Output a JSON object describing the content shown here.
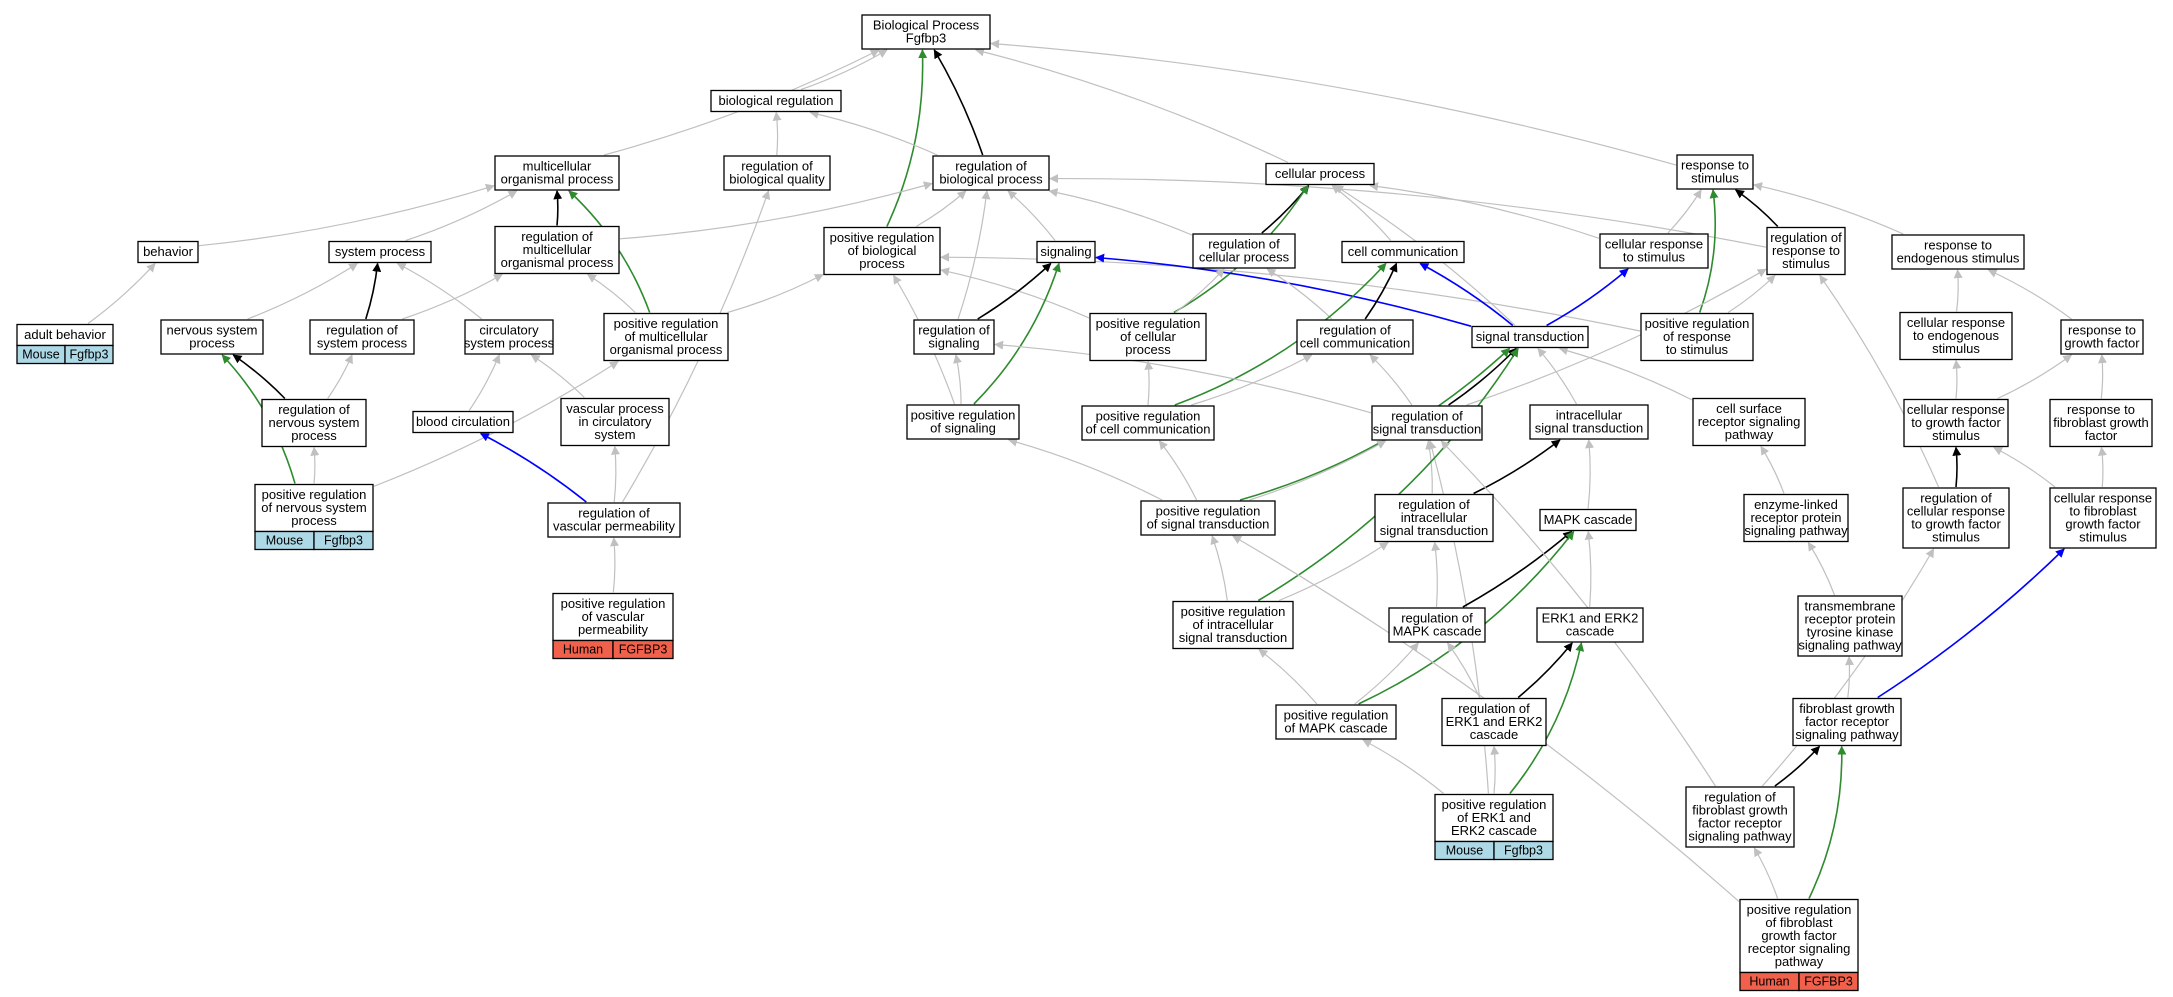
{
  "colors": {
    "gray_edge": "#c0c0c0",
    "black_edge": "#000000",
    "green_edge": "#2e8b2e",
    "blue_edge": "#0000ff",
    "mouse_annotation": "#add8e6",
    "human_annotation": "#f0604a",
    "node_border": "#000000",
    "node_fill": "#ffffff"
  },
  "nodes": [
    {
      "id": "bp",
      "lines": [
        "Biological Process",
        "Fgfbp3"
      ]
    },
    {
      "id": "bioreg",
      "lines": [
        "biological regulation"
      ]
    },
    {
      "id": "multi",
      "lines": [
        "multicellular",
        "organismal process"
      ]
    },
    {
      "id": "regbq",
      "lines": [
        "regulation of",
        "biological quality"
      ]
    },
    {
      "id": "regbp",
      "lines": [
        "regulation of",
        "biological process"
      ]
    },
    {
      "id": "cellproc",
      "lines": [
        "cellular process"
      ]
    },
    {
      "id": "resp",
      "lines": [
        "response to",
        "stimulus"
      ]
    },
    {
      "id": "behavior",
      "lines": [
        "behavior"
      ]
    },
    {
      "id": "sysproc",
      "lines": [
        "system process"
      ]
    },
    {
      "id": "regmulti",
      "lines": [
        "regulation of",
        "multicellular",
        "organismal process"
      ]
    },
    {
      "id": "posregbp",
      "lines": [
        "positive regulation",
        "of biological",
        "process"
      ]
    },
    {
      "id": "signaling",
      "lines": [
        "signaling"
      ]
    },
    {
      "id": "regcell",
      "lines": [
        "regulation of",
        "cellular process"
      ]
    },
    {
      "id": "cellcomm",
      "lines": [
        "cell communication"
      ]
    },
    {
      "id": "cellresp",
      "lines": [
        "cellular response",
        "to stimulus"
      ]
    },
    {
      "id": "regresp",
      "lines": [
        "regulation of",
        "response to",
        "stimulus"
      ]
    },
    {
      "id": "respendo",
      "lines": [
        "response to",
        "endogenous stimulus"
      ]
    },
    {
      "id": "adultbeh",
      "lines": [
        "adult behavior"
      ],
      "annotation": {
        "organism": "Mouse",
        "gene": "Fgfbp3"
      }
    },
    {
      "id": "nervsys",
      "lines": [
        "nervous system",
        "process"
      ]
    },
    {
      "id": "regsys",
      "lines": [
        "regulation of",
        "system process"
      ]
    },
    {
      "id": "circsys",
      "lines": [
        "circulatory",
        "system process"
      ]
    },
    {
      "id": "posregmulti",
      "lines": [
        "positive regulation",
        "of multicellular",
        "organismal process"
      ]
    },
    {
      "id": "regsig",
      "lines": [
        "regulation of",
        "signaling"
      ]
    },
    {
      "id": "posregcell",
      "lines": [
        "positive regulation",
        "of cellular",
        "process"
      ]
    },
    {
      "id": "regcellcomm",
      "lines": [
        "regulation of",
        "cell communication"
      ]
    },
    {
      "id": "sigtrans",
      "lines": [
        "signal transduction"
      ]
    },
    {
      "id": "posregresp",
      "lines": [
        "positive regulation",
        "of response",
        "to stimulus"
      ]
    },
    {
      "id": "cellrespendo",
      "lines": [
        "cellular response",
        "to endogenous",
        "stimulus"
      ]
    },
    {
      "id": "respgf",
      "lines": [
        "response to",
        "growth factor"
      ]
    },
    {
      "id": "regnerv",
      "lines": [
        "regulation of",
        "nervous system",
        "process"
      ]
    },
    {
      "id": "bloodcirc",
      "lines": [
        "blood circulation"
      ]
    },
    {
      "id": "vascproc",
      "lines": [
        "vascular process",
        "in circulatory",
        "system"
      ]
    },
    {
      "id": "posregsig",
      "lines": [
        "positive regulation",
        "of signaling"
      ]
    },
    {
      "id": "posregcellcomm",
      "lines": [
        "positive regulation",
        "of cell communication"
      ]
    },
    {
      "id": "regsigtrans",
      "lines": [
        "regulation of",
        "signal transduction"
      ]
    },
    {
      "id": "intrasig",
      "lines": [
        "intracellular",
        "signal transduction"
      ]
    },
    {
      "id": "cellsurf",
      "lines": [
        "cell surface",
        "receptor signaling",
        "pathway"
      ]
    },
    {
      "id": "cellrespgf",
      "lines": [
        "cellular response",
        "to growth factor",
        "stimulus"
      ]
    },
    {
      "id": "respfgf",
      "lines": [
        "response to",
        "fibroblast growth",
        "factor"
      ]
    },
    {
      "id": "posregnerv",
      "lines": [
        "positive regulation",
        "of nervous system",
        "process"
      ],
      "annotation": {
        "organism": "Mouse",
        "gene": "Fgfbp3"
      }
    },
    {
      "id": "regvasc",
      "lines": [
        "regulation of",
        "vascular permeability"
      ]
    },
    {
      "id": "posregsigtrans",
      "lines": [
        "positive regulation",
        "of signal transduction"
      ]
    },
    {
      "id": "regintra",
      "lines": [
        "regulation of",
        "intracellular",
        "signal transduction"
      ]
    },
    {
      "id": "mapk",
      "lines": [
        "MAPK cascade"
      ]
    },
    {
      "id": "enzyme",
      "lines": [
        "enzyme-linked",
        "receptor protein",
        "signaling pathway"
      ]
    },
    {
      "id": "regcellrespgf",
      "lines": [
        "regulation of",
        "cellular response",
        "to growth factor",
        "stimulus"
      ]
    },
    {
      "id": "cellrespfgf",
      "lines": [
        "cellular response",
        "to fibroblast",
        "growth factor",
        "stimulus"
      ]
    },
    {
      "id": "posregvasc",
      "lines": [
        "positive regulation",
        "of vascular",
        "permeability"
      ],
      "annotation": {
        "organism": "Human",
        "gene": "FGFBP3"
      }
    },
    {
      "id": "posregintra",
      "lines": [
        "positive regulation",
        "of intracellular",
        "signal transduction"
      ]
    },
    {
      "id": "regmapk",
      "lines": [
        "regulation of",
        "MAPK cascade"
      ]
    },
    {
      "id": "erk",
      "lines": [
        "ERK1 and ERK2",
        "cascade"
      ]
    },
    {
      "id": "tmrtk",
      "lines": [
        "transmembrane",
        "receptor protein",
        "tyrosine kinase",
        "signaling pathway"
      ]
    },
    {
      "id": "posregmapk",
      "lines": [
        "positive regulation",
        "of MAPK cascade"
      ]
    },
    {
      "id": "regerk",
      "lines": [
        "regulation of",
        "ERK1 and ERK2",
        "cascade"
      ]
    },
    {
      "id": "fgfr",
      "lines": [
        "fibroblast growth",
        "factor receptor",
        "signaling pathway"
      ]
    },
    {
      "id": "posregerk",
      "lines": [
        "positive regulation",
        "of ERK1 and",
        "ERK2 cascade"
      ],
      "annotation": {
        "organism": "Mouse",
        "gene": "Fgfbp3"
      }
    },
    {
      "id": "regfgfr",
      "lines": [
        "regulation of",
        "fibroblast growth",
        "factor receptor",
        "signaling pathway"
      ]
    },
    {
      "id": "posregfgfr",
      "lines": [
        "positive regulation",
        "of fibroblast",
        "growth factor",
        "receptor signaling",
        "pathway"
      ],
      "annotation": {
        "organism": "Human",
        "gene": "FGFBP3"
      }
    }
  ],
  "edges": [
    {
      "from": "bioreg",
      "to": "bp",
      "type": "gray"
    },
    {
      "from": "multi",
      "to": "bp",
      "type": "gray"
    },
    {
      "from": "regbp",
      "to": "bp",
      "type": "black"
    },
    {
      "from": "posregbp",
      "to": "bp",
      "type": "green"
    },
    {
      "from": "cellproc",
      "to": "bp",
      "type": "gray"
    },
    {
      "from": "resp",
      "to": "bp",
      "type": "gray"
    },
    {
      "from": "regbq",
      "to": "bioreg",
      "type": "gray"
    },
    {
      "from": "regbp",
      "to": "bioreg",
      "type": "gray"
    },
    {
      "from": "behavior",
      "to": "multi",
      "type": "gray"
    },
    {
      "from": "sysproc",
      "to": "multi",
      "type": "gray"
    },
    {
      "from": "regmulti",
      "to": "multi",
      "type": "black"
    },
    {
      "from": "posregmulti",
      "to": "multi",
      "type": "green"
    },
    {
      "from": "regmulti",
      "to": "regbp",
      "type": "gray"
    },
    {
      "from": "posregbp",
      "to": "regbp",
      "type": "gray"
    },
    {
      "from": "signaling",
      "to": "regbp",
      "type": "gray"
    },
    {
      "from": "regcell",
      "to": "regbp",
      "type": "gray"
    },
    {
      "from": "regsig",
      "to": "regbp",
      "type": "gray"
    },
    {
      "from": "regresp",
      "to": "regbp",
      "type": "gray"
    },
    {
      "from": "regcell",
      "to": "cellproc",
      "type": "black"
    },
    {
      "from": "cellcomm",
      "to": "cellproc",
      "type": "gray"
    },
    {
      "from": "cellresp",
      "to": "cellproc",
      "type": "gray"
    },
    {
      "from": "posregcell",
      "to": "cellproc",
      "type": "green"
    },
    {
      "from": "sigtrans",
      "to": "cellproc",
      "type": "gray"
    },
    {
      "from": "cellresp",
      "to": "resp",
      "type": "gray"
    },
    {
      "from": "regresp",
      "to": "resp",
      "type": "black"
    },
    {
      "from": "posregresp",
      "to": "resp",
      "type": "green"
    },
    {
      "from": "respendo",
      "to": "resp",
      "type": "gray"
    },
    {
      "from": "adultbeh",
      "to": "behavior",
      "type": "gray"
    },
    {
      "from": "nervsys",
      "to": "sysproc",
      "type": "gray"
    },
    {
      "from": "regsys",
      "to": "sysproc",
      "type": "black"
    },
    {
      "from": "circsys",
      "to": "sysproc",
      "type": "gray"
    },
    {
      "from": "regsys",
      "to": "regmulti",
      "type": "gray"
    },
    {
      "from": "posregmulti",
      "to": "regmulti",
      "type": "gray"
    },
    {
      "from": "posregmulti",
      "to": "posregbp",
      "type": "gray"
    },
    {
      "from": "posregcell",
      "to": "posregbp",
      "type": "gray"
    },
    {
      "from": "posregsig",
      "to": "posregbp",
      "type": "gray"
    },
    {
      "from": "posregresp",
      "to": "posregbp",
      "type": "gray"
    },
    {
      "from": "regsig",
      "to": "signaling",
      "type": "black"
    },
    {
      "from": "posregsig",
      "to": "signaling",
      "type": "green"
    },
    {
      "from": "sigtrans",
      "to": "signaling",
      "type": "blue"
    },
    {
      "from": "posregcell",
      "to": "regcell",
      "type": "gray"
    },
    {
      "from": "regcellcomm",
      "to": "regcell",
      "type": "gray"
    },
    {
      "from": "regcellcomm",
      "to": "cellcomm",
      "type": "black"
    },
    {
      "from": "posregcellcomm",
      "to": "cellcomm",
      "type": "green"
    },
    {
      "from": "sigtrans",
      "to": "cellcomm",
      "type": "blue"
    },
    {
      "from": "sigtrans",
      "to": "cellresp",
      "type": "blue"
    },
    {
      "from": "posregresp",
      "to": "regresp",
      "type": "gray"
    },
    {
      "from": "regsigtrans",
      "to": "regresp",
      "type": "gray"
    },
    {
      "from": "regcellrespgf",
      "to": "regresp",
      "type": "gray"
    },
    {
      "from": "cellrespendo",
      "to": "respendo",
      "type": "gray"
    },
    {
      "from": "respgf",
      "to": "respendo",
      "type": "gray"
    },
    {
      "from": "regnerv",
      "to": "nervsys",
      "type": "black"
    },
    {
      "from": "posregnerv",
      "to": "nervsys",
      "type": "green"
    },
    {
      "from": "regnerv",
      "to": "regsys",
      "type": "gray"
    },
    {
      "from": "bloodcirc",
      "to": "circsys",
      "type": "gray"
    },
    {
      "from": "vascproc",
      "to": "circsys",
      "type": "gray"
    },
    {
      "from": "posregnerv",
      "to": "posregmulti",
      "type": "gray"
    },
    {
      "from": "posregsig",
      "to": "regsig",
      "type": "gray"
    },
    {
      "from": "regsigtrans",
      "to": "regsig",
      "type": "gray"
    },
    {
      "from": "posregcellcomm",
      "to": "regcellcomm",
      "type": "gray"
    },
    {
      "from": "regsigtrans",
      "to": "regcellcomm",
      "type": "gray"
    },
    {
      "from": "posregcellcomm",
      "to": "posregcell",
      "type": "gray"
    },
    {
      "from": "regsigtrans",
      "to": "sigtrans",
      "type": "black"
    },
    {
      "from": "posregsigtrans",
      "to": "sigtrans",
      "type": "green"
    },
    {
      "from": "intrasig",
      "to": "sigtrans",
      "type": "gray"
    },
    {
      "from": "cellsurf",
      "to": "sigtrans",
      "type": "gray"
    },
    {
      "from": "cellrespgf",
      "to": "cellrespendo",
      "type": "gray"
    },
    {
      "from": "cellrespgf",
      "to": "respgf",
      "type": "gray"
    },
    {
      "from": "respfgf",
      "to": "respgf",
      "type": "gray"
    },
    {
      "from": "posregnerv",
      "to": "regnerv",
      "type": "gray"
    },
    {
      "from": "regvasc",
      "to": "bloodcirc",
      "type": "blue"
    },
    {
      "from": "regvasc",
      "to": "vascproc",
      "type": "gray"
    },
    {
      "from": "regvasc",
      "to": "regbq",
      "type": "gray"
    },
    {
      "from": "posregsigtrans",
      "to": "posregsig",
      "type": "gray"
    },
    {
      "from": "posregsigtrans",
      "to": "posregcellcomm",
      "type": "gray"
    },
    {
      "from": "posregsigtrans",
      "to": "regsigtrans",
      "type": "gray"
    },
    {
      "from": "regintra",
      "to": "regsigtrans",
      "type": "gray"
    },
    {
      "from": "posregerk",
      "to": "regsigtrans",
      "type": "gray"
    },
    {
      "from": "regintra",
      "to": "intrasig",
      "type": "black"
    },
    {
      "from": "mapk",
      "to": "intrasig",
      "type": "gray"
    },
    {
      "from": "enzyme",
      "to": "cellsurf",
      "type": "gray"
    },
    {
      "from": "regcellrespgf",
      "to": "cellrespgf",
      "type": "black"
    },
    {
      "from": "cellrespfgf",
      "to": "cellrespgf",
      "type": "gray"
    },
    {
      "from": "cellrespfgf",
      "to": "respfgf",
      "type": "gray"
    },
    {
      "from": "posregvasc",
      "to": "regvasc",
      "type": "gray"
    },
    {
      "from": "posregintra",
      "to": "posregsigtrans",
      "type": "gray"
    },
    {
      "from": "posregintra",
      "to": "regintra",
      "type": "gray"
    },
    {
      "from": "posregintra",
      "to": "sigtrans",
      "type": "green"
    },
    {
      "from": "regmapk",
      "to": "regintra",
      "type": "gray"
    },
    {
      "from": "regmapk",
      "to": "mapk",
      "type": "black"
    },
    {
      "from": "posregmapk",
      "to": "mapk",
      "type": "green"
    },
    {
      "from": "erk",
      "to": "mapk",
      "type": "gray"
    },
    {
      "from": "tmrtk",
      "to": "enzyme",
      "type": "gray"
    },
    {
      "from": "regfgfr",
      "to": "regcellrespgf",
      "type": "gray"
    },
    {
      "from": "fgfr",
      "to": "cellrespfgf",
      "type": "blue"
    },
    {
      "from": "posregmapk",
      "to": "posregintra",
      "type": "gray"
    },
    {
      "from": "posregmapk",
      "to": "regmapk",
      "type": "gray"
    },
    {
      "from": "regerk",
      "to": "regmapk",
      "type": "gray"
    },
    {
      "from": "regerk",
      "to": "erk",
      "type": "black"
    },
    {
      "from": "posregerk",
      "to": "erk",
      "type": "green"
    },
    {
      "from": "fgfr",
      "to": "tmrtk",
      "type": "gray"
    },
    {
      "from": "posregerk",
      "to": "posregmapk",
      "type": "gray"
    },
    {
      "from": "posregerk",
      "to": "regerk",
      "type": "gray"
    },
    {
      "from": "regfgfr",
      "to": "fgfr",
      "type": "black"
    },
    {
      "from": "regfgfr",
      "to": "regsigtrans",
      "type": "gray"
    },
    {
      "from": "posregfgfr",
      "to": "fgfr",
      "type": "green"
    },
    {
      "from": "posregfgfr",
      "to": "regfgfr",
      "type": "gray"
    },
    {
      "from": "posregfgfr",
      "to": "posregsigtrans",
      "type": "gray"
    }
  ]
}
